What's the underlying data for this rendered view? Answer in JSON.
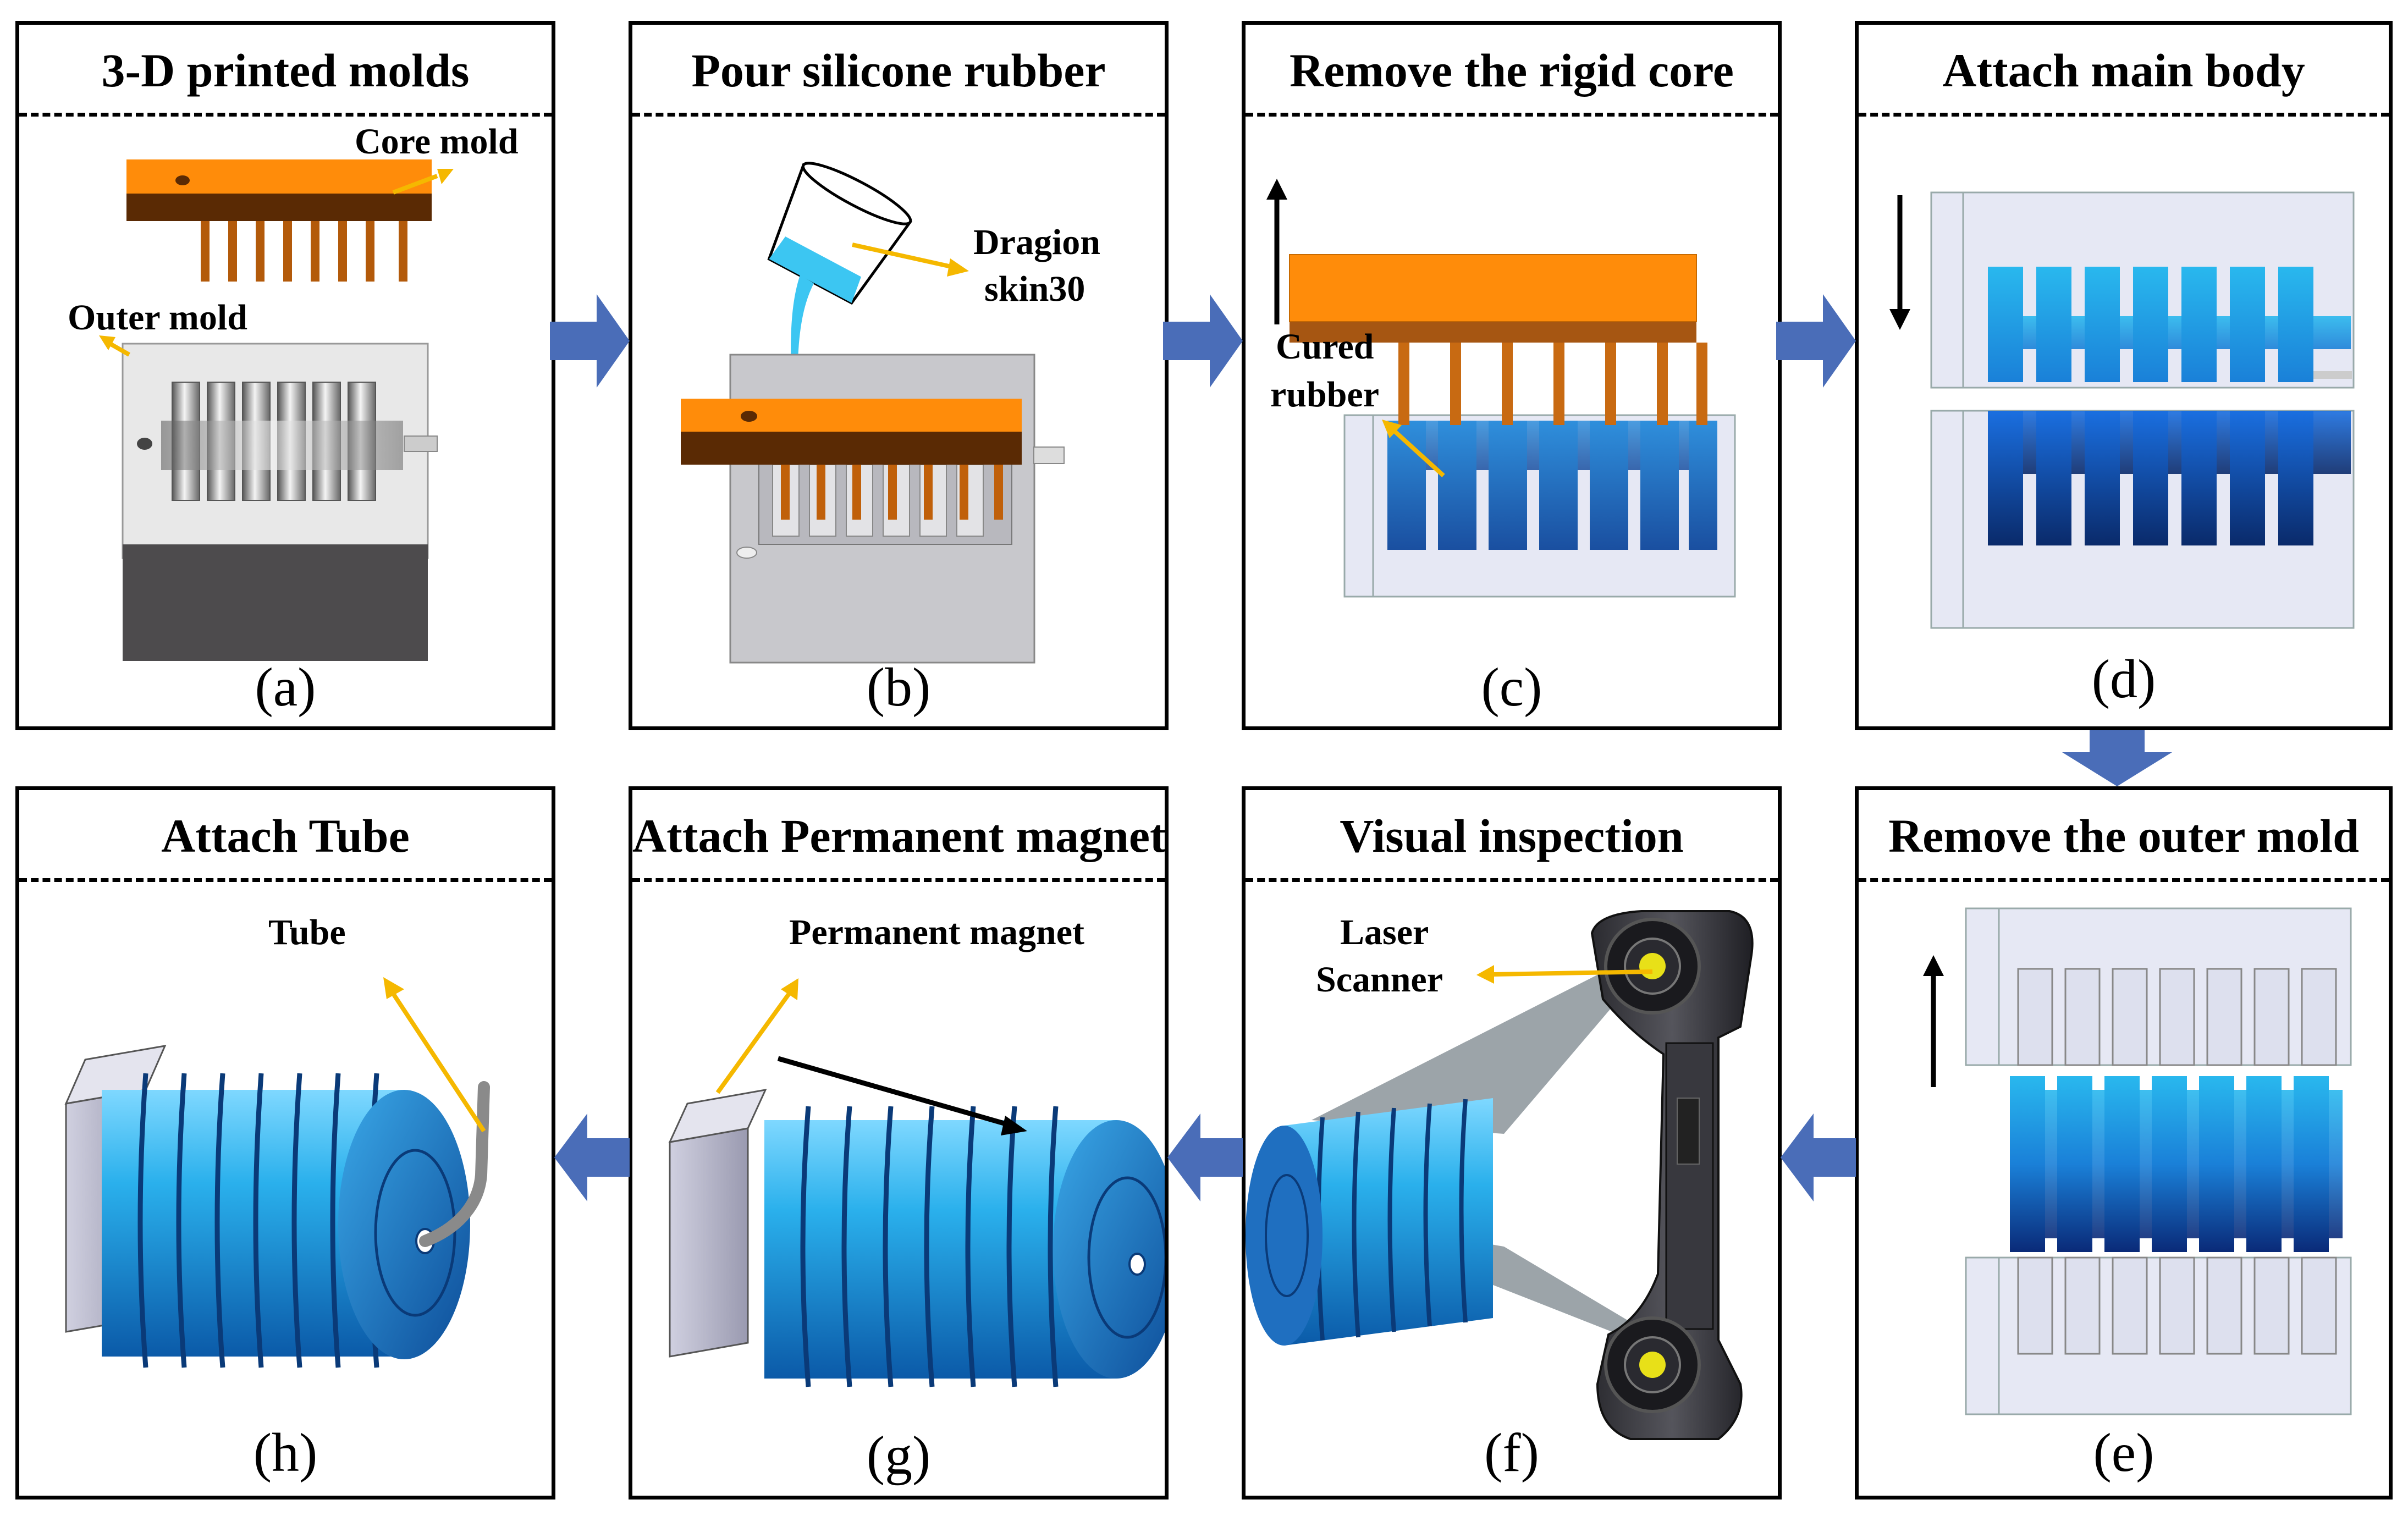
{
  "colors": {
    "flow_arrow": "#4a6db8",
    "callout": "#f5b800",
    "mold_orange": "#ff8c0a",
    "mold_brown": "#5a2a04",
    "rubber_blue": "#29a8e6",
    "rubber_dark": "#0a2f7a"
  },
  "panels": {
    "a": {
      "title": "3-D printed molds",
      "label": "(a)",
      "core_mold": "Core mold",
      "outer_mold": "Outer mold"
    },
    "b": {
      "title": "Pour silicone rubber",
      "label": "(b)",
      "dragon_l1": "Dragion",
      "dragon_l2": "skin30"
    },
    "c": {
      "title": "Remove the rigid core",
      "label": "(c)",
      "cured_l1": "Cured",
      "cured_l2": "rubber"
    },
    "d": {
      "title": "Attach main body",
      "label": "(d)"
    },
    "e": {
      "title": "Remove the outer mold",
      "label": "(e)"
    },
    "f": {
      "title": "Visual inspection",
      "label": "(f)",
      "laser_l1": "Laser",
      "laser_l2": "Scanner"
    },
    "g": {
      "title": "Attach Permanent magnet",
      "label": "(g)",
      "magnet": "Permanent magnet"
    },
    "h": {
      "title": "Attach Tube",
      "label": "(h)",
      "tube": "Tube"
    }
  }
}
